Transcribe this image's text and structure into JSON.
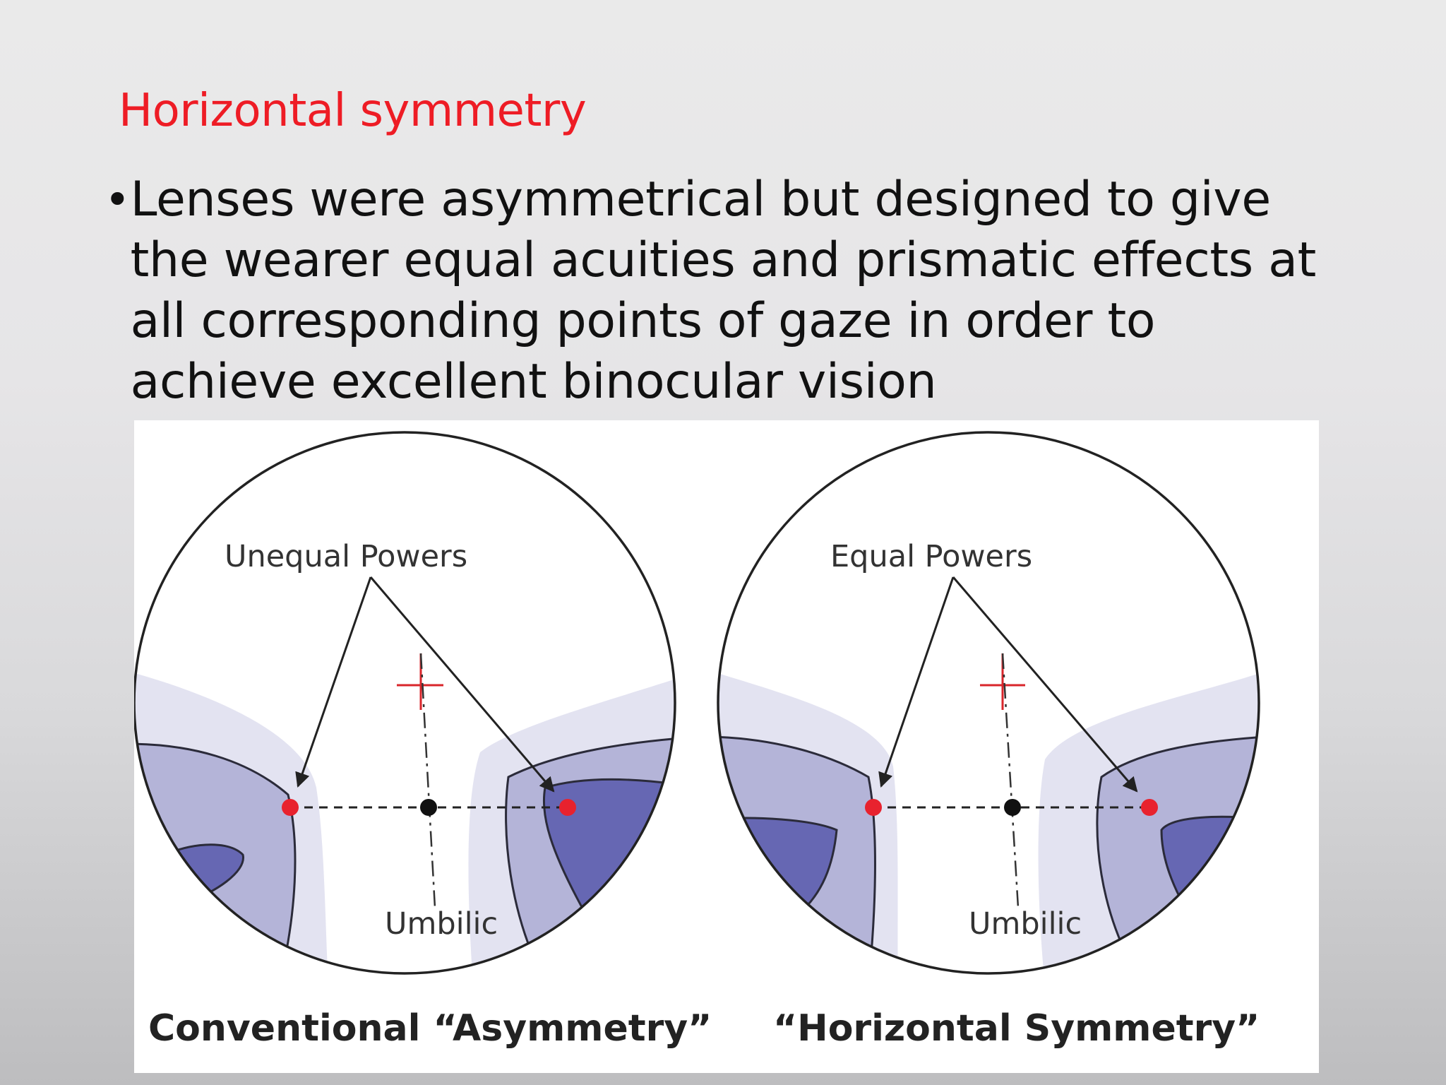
{
  "slide": {
    "title": "Horizontal symmetry",
    "bullet": "Lenses were asymmetrical but designed to give the wearer equal acuities and prismatic effects at all corresponding points of gaze in order to achieve excellent binocular vision"
  },
  "figure": {
    "left_panel": {
      "caption": "Conventional “Asymmetry”",
      "callout_label": "Unequal Powers",
      "umbilic_label": "Umbilic"
    },
    "right_panel": {
      "caption": "“Horizontal Symmetry”",
      "callout_label": "Equal Powers",
      "umbilic_label": "Umbilic"
    },
    "colors": {
      "title": "#ee1c25",
      "zone_light": "#e3e3f1",
      "zone_mid": "#b4b4d8",
      "zone_dark": "#6667b3",
      "point_red": "#e8222e",
      "cross_red": "#d9262b"
    }
  }
}
